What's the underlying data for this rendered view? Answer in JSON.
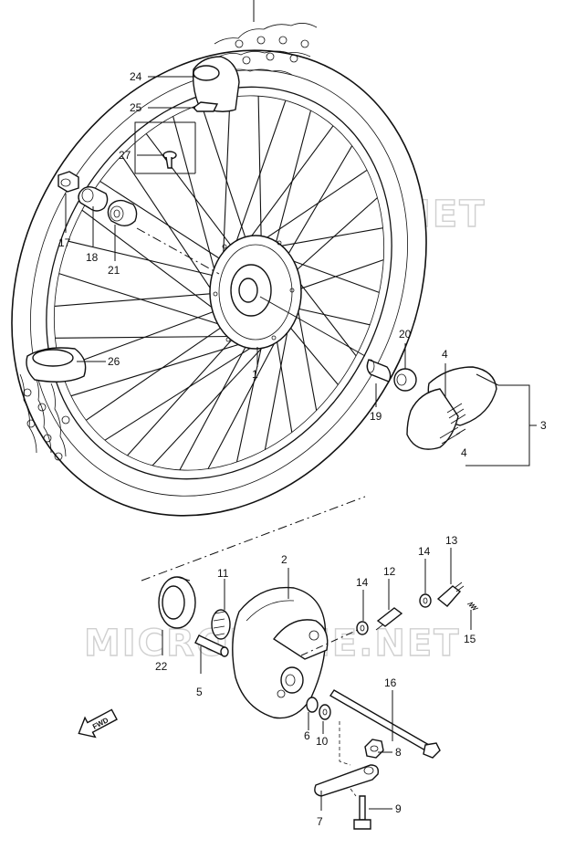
{
  "watermark": "MICROFICHE.NET",
  "fwd_label": "FWD",
  "callouts": [
    {
      "id": "1",
      "text": "1"
    },
    {
      "id": "2",
      "text": "2"
    },
    {
      "id": "3",
      "text": "3"
    },
    {
      "id": "4a",
      "text": "4"
    },
    {
      "id": "4b",
      "text": "4"
    },
    {
      "id": "5",
      "text": "5"
    },
    {
      "id": "6",
      "text": "6"
    },
    {
      "id": "7",
      "text": "7"
    },
    {
      "id": "8",
      "text": "8"
    },
    {
      "id": "9",
      "text": "9"
    },
    {
      "id": "10",
      "text": "10"
    },
    {
      "id": "11",
      "text": "11"
    },
    {
      "id": "12",
      "text": "12"
    },
    {
      "id": "13",
      "text": "13"
    },
    {
      "id": "14a",
      "text": "14"
    },
    {
      "id": "14b",
      "text": "14"
    },
    {
      "id": "15",
      "text": "15"
    },
    {
      "id": "16",
      "text": "16"
    },
    {
      "id": "17",
      "text": "17"
    },
    {
      "id": "18",
      "text": "18"
    },
    {
      "id": "19",
      "text": "19"
    },
    {
      "id": "20",
      "text": "20"
    },
    {
      "id": "21",
      "text": "21"
    },
    {
      "id": "22",
      "text": "22"
    },
    {
      "id": "24",
      "text": "24"
    },
    {
      "id": "25",
      "text": "25"
    },
    {
      "id": "26",
      "text": "26"
    },
    {
      "id": "27",
      "text": "27"
    }
  ]
}
